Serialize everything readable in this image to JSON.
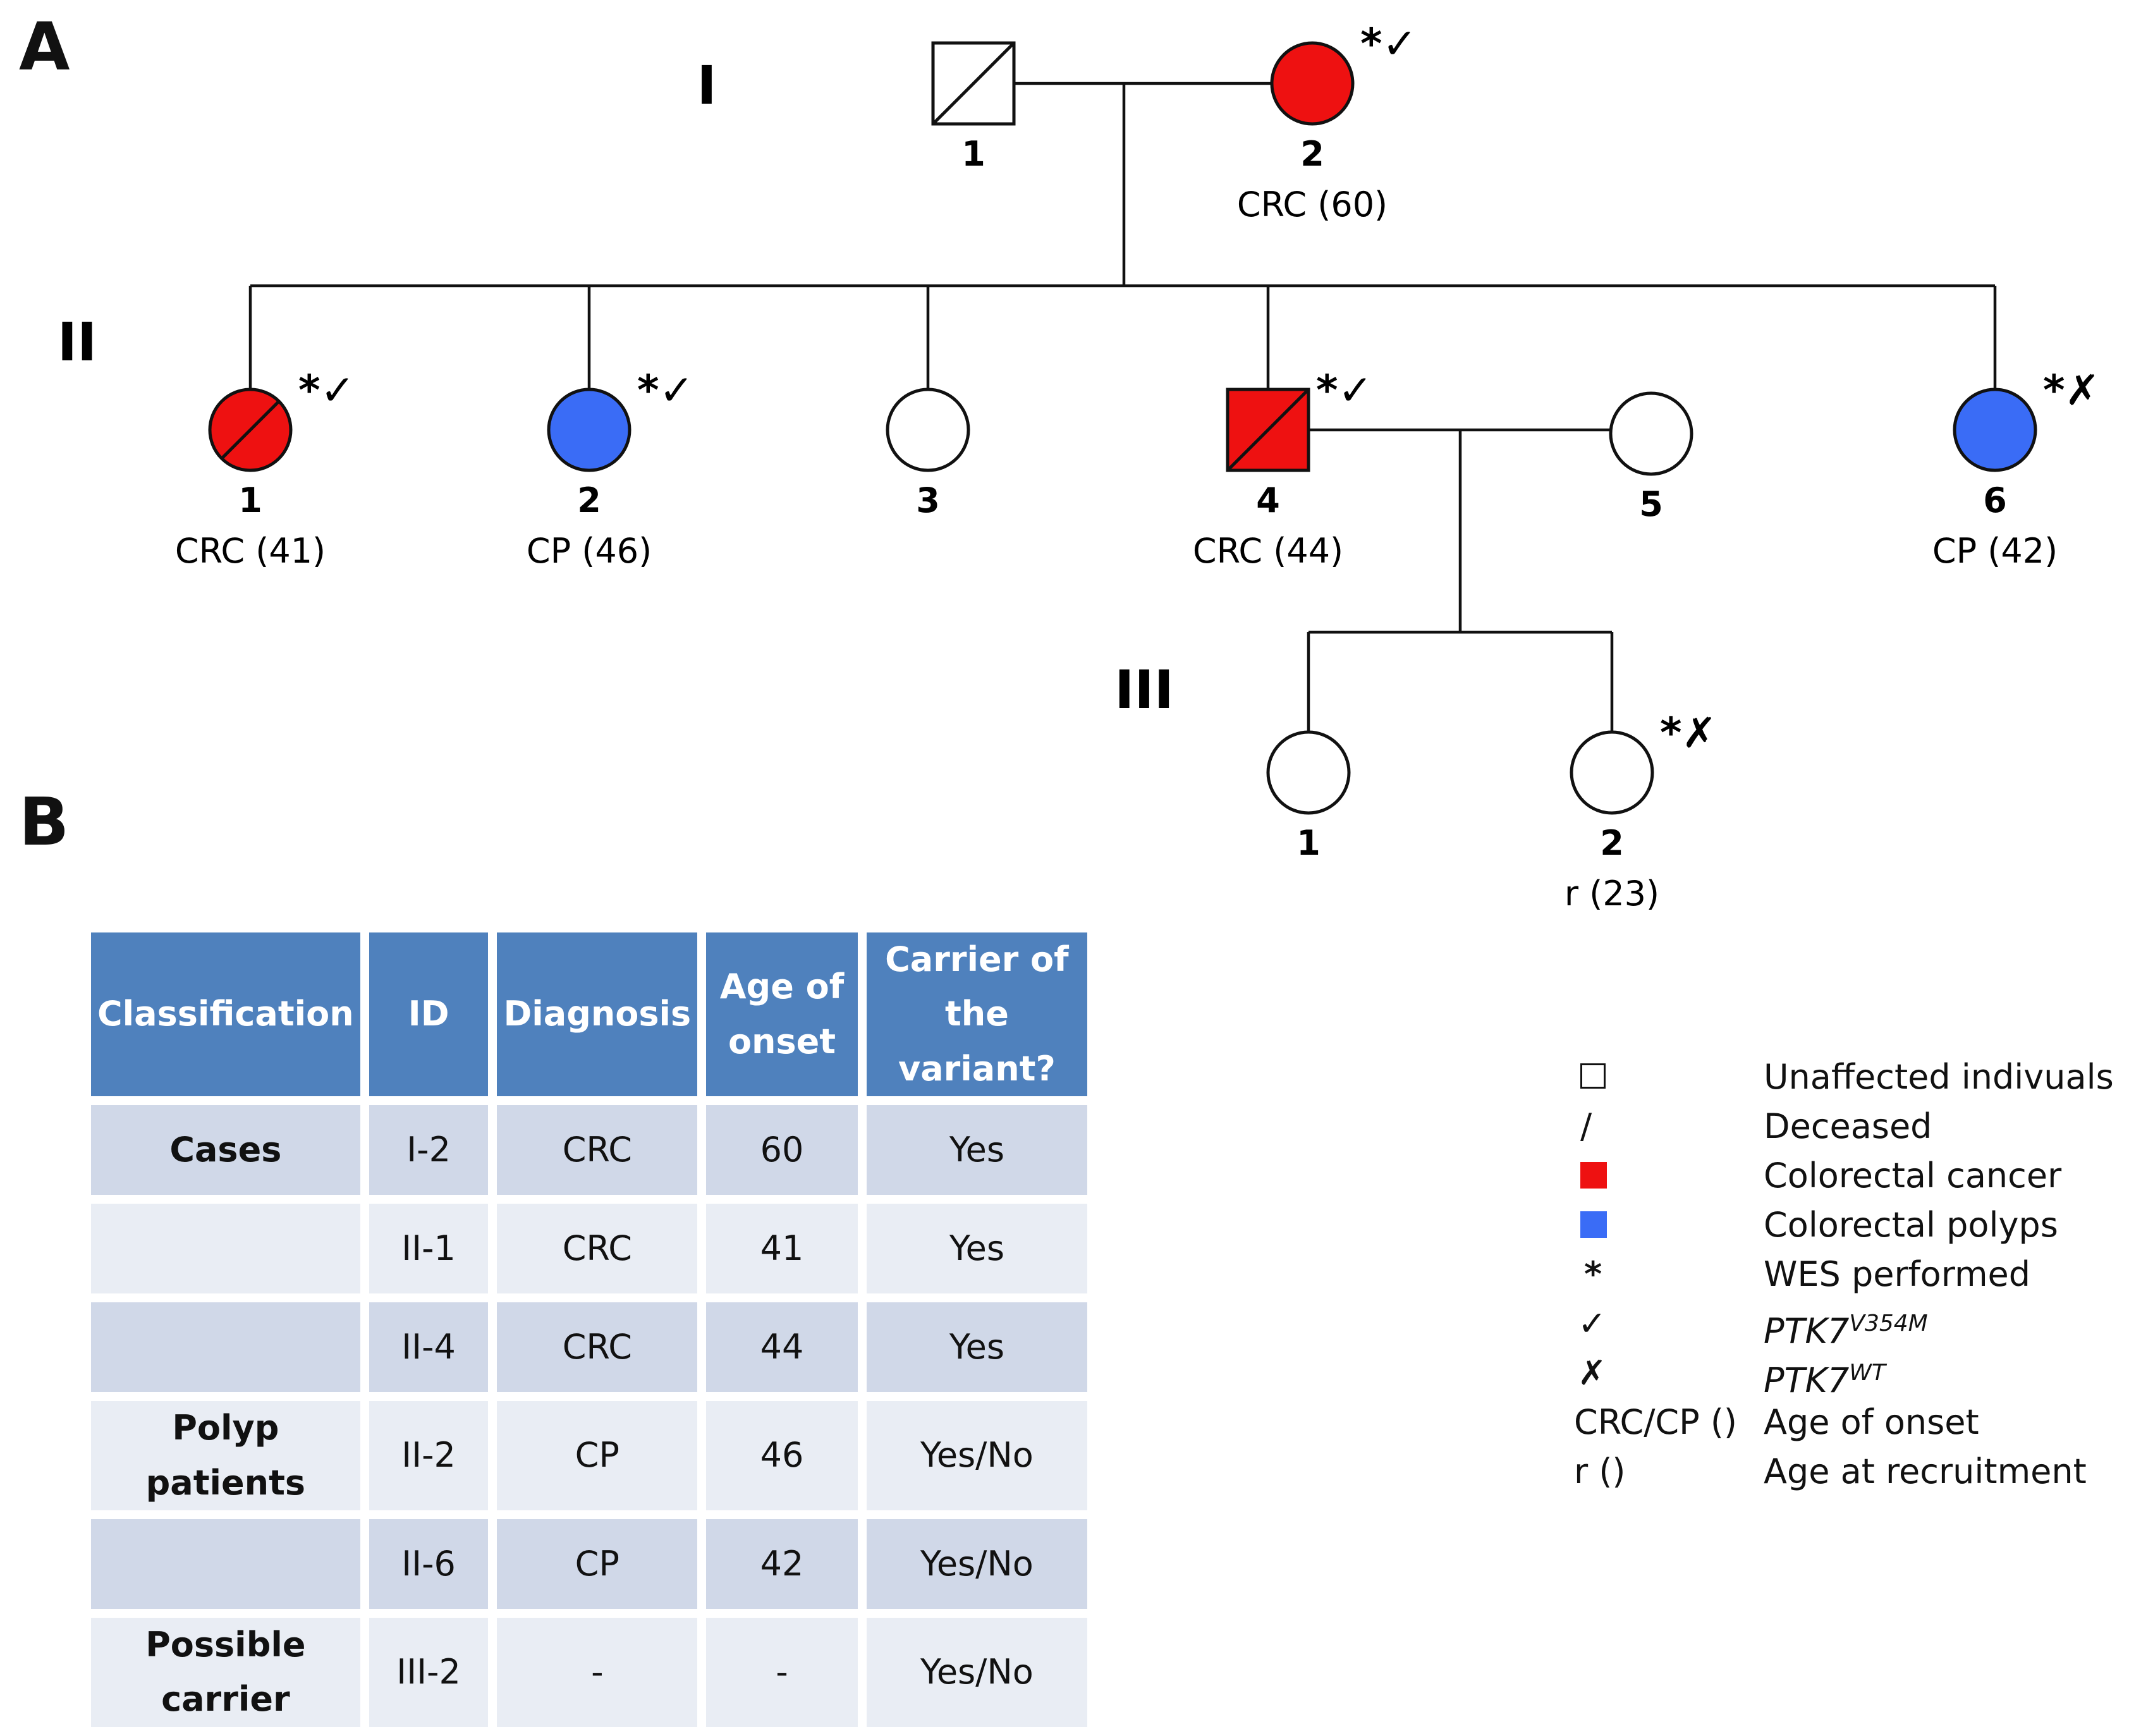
{
  "panels": {
    "a": "A",
    "b": "B"
  },
  "generations": [
    "I",
    "II",
    "III"
  ],
  "colors": {
    "cancer": "#ee1111",
    "polyps": "#3a6cf6",
    "unaffected": "#ffffff",
    "header": "#4f81bd"
  },
  "individuals": [
    {
      "id": "I-1",
      "number": "1",
      "sex": "male",
      "status": "unaffected",
      "deceased": true,
      "label": "",
      "marks": ""
    },
    {
      "id": "I-2",
      "number": "2",
      "sex": "female",
      "status": "cancer",
      "deceased": false,
      "label": "CRC (60)",
      "marks": "*✓"
    },
    {
      "id": "II-1",
      "number": "1",
      "sex": "female",
      "status": "cancer",
      "deceased": true,
      "label": "CRC (41)",
      "marks": "*✓"
    },
    {
      "id": "II-2",
      "number": "2",
      "sex": "female",
      "status": "polyps",
      "deceased": false,
      "label": "CP (46)",
      "marks": "*✓"
    },
    {
      "id": "II-3",
      "number": "3",
      "sex": "female",
      "status": "unaffected",
      "deceased": false,
      "label": "",
      "marks": ""
    },
    {
      "id": "II-4",
      "number": "4",
      "sex": "male",
      "status": "cancer",
      "deceased": true,
      "label": "CRC (44)",
      "marks": "*✓"
    },
    {
      "id": "II-5",
      "number": "5",
      "sex": "female",
      "status": "unaffected",
      "deceased": false,
      "label": "",
      "marks": ""
    },
    {
      "id": "II-6",
      "number": "6",
      "sex": "female",
      "status": "polyps",
      "deceased": false,
      "label": "CP (42)",
      "marks": "*✗"
    },
    {
      "id": "III-1",
      "number": "1",
      "sex": "female",
      "status": "unaffected",
      "deceased": false,
      "label": "",
      "marks": ""
    },
    {
      "id": "III-2",
      "number": "2",
      "sex": "female",
      "status": "unaffected",
      "deceased": false,
      "label": "r (23)",
      "marks": "*✗"
    }
  ],
  "table": {
    "headers": [
      "Classification",
      "ID",
      "Diagnosis",
      "Age of onset",
      "Carrier of the variant?"
    ],
    "rows": [
      {
        "classification": "Cases",
        "id": "I-2",
        "diagnosis": "CRC",
        "age": "60",
        "carrier": "Yes"
      },
      {
        "classification": "",
        "id": "II-1",
        "diagnosis": "CRC",
        "age": "41",
        "carrier": "Yes"
      },
      {
        "classification": "",
        "id": "II-4",
        "diagnosis": "CRC",
        "age": "44",
        "carrier": "Yes"
      },
      {
        "classification": "Polyp patients",
        "id": "II-2",
        "diagnosis": "CP",
        "age": "46",
        "carrier": "Yes/No"
      },
      {
        "classification": "",
        "id": "II-6",
        "diagnosis": "CP",
        "age": "42",
        "carrier": "Yes/No"
      },
      {
        "classification": "Possible carrier",
        "id": "III-2",
        "diagnosis": "-",
        "age": "-",
        "carrier": "Yes/No"
      }
    ]
  },
  "legend": {
    "unaffected": "Unaffected indivuals",
    "deceased_symbol": "/",
    "deceased": "Deceased",
    "cancer": "Colorectal cancer",
    "polyps": "Colorectal polyps",
    "wes_symbol": "*",
    "wes": "WES performed",
    "variant_symbol": "✓",
    "variant_gene": "PTK7",
    "variant_sup": "V354M",
    "wt_symbol": "✗",
    "wt_gene": "PTK7",
    "wt_sup": "WT",
    "onset_symbol": "CRC/CP ()",
    "onset": "Age of onset",
    "recruit_symbol": "r ()",
    "recruit": "Age at recruitment"
  }
}
